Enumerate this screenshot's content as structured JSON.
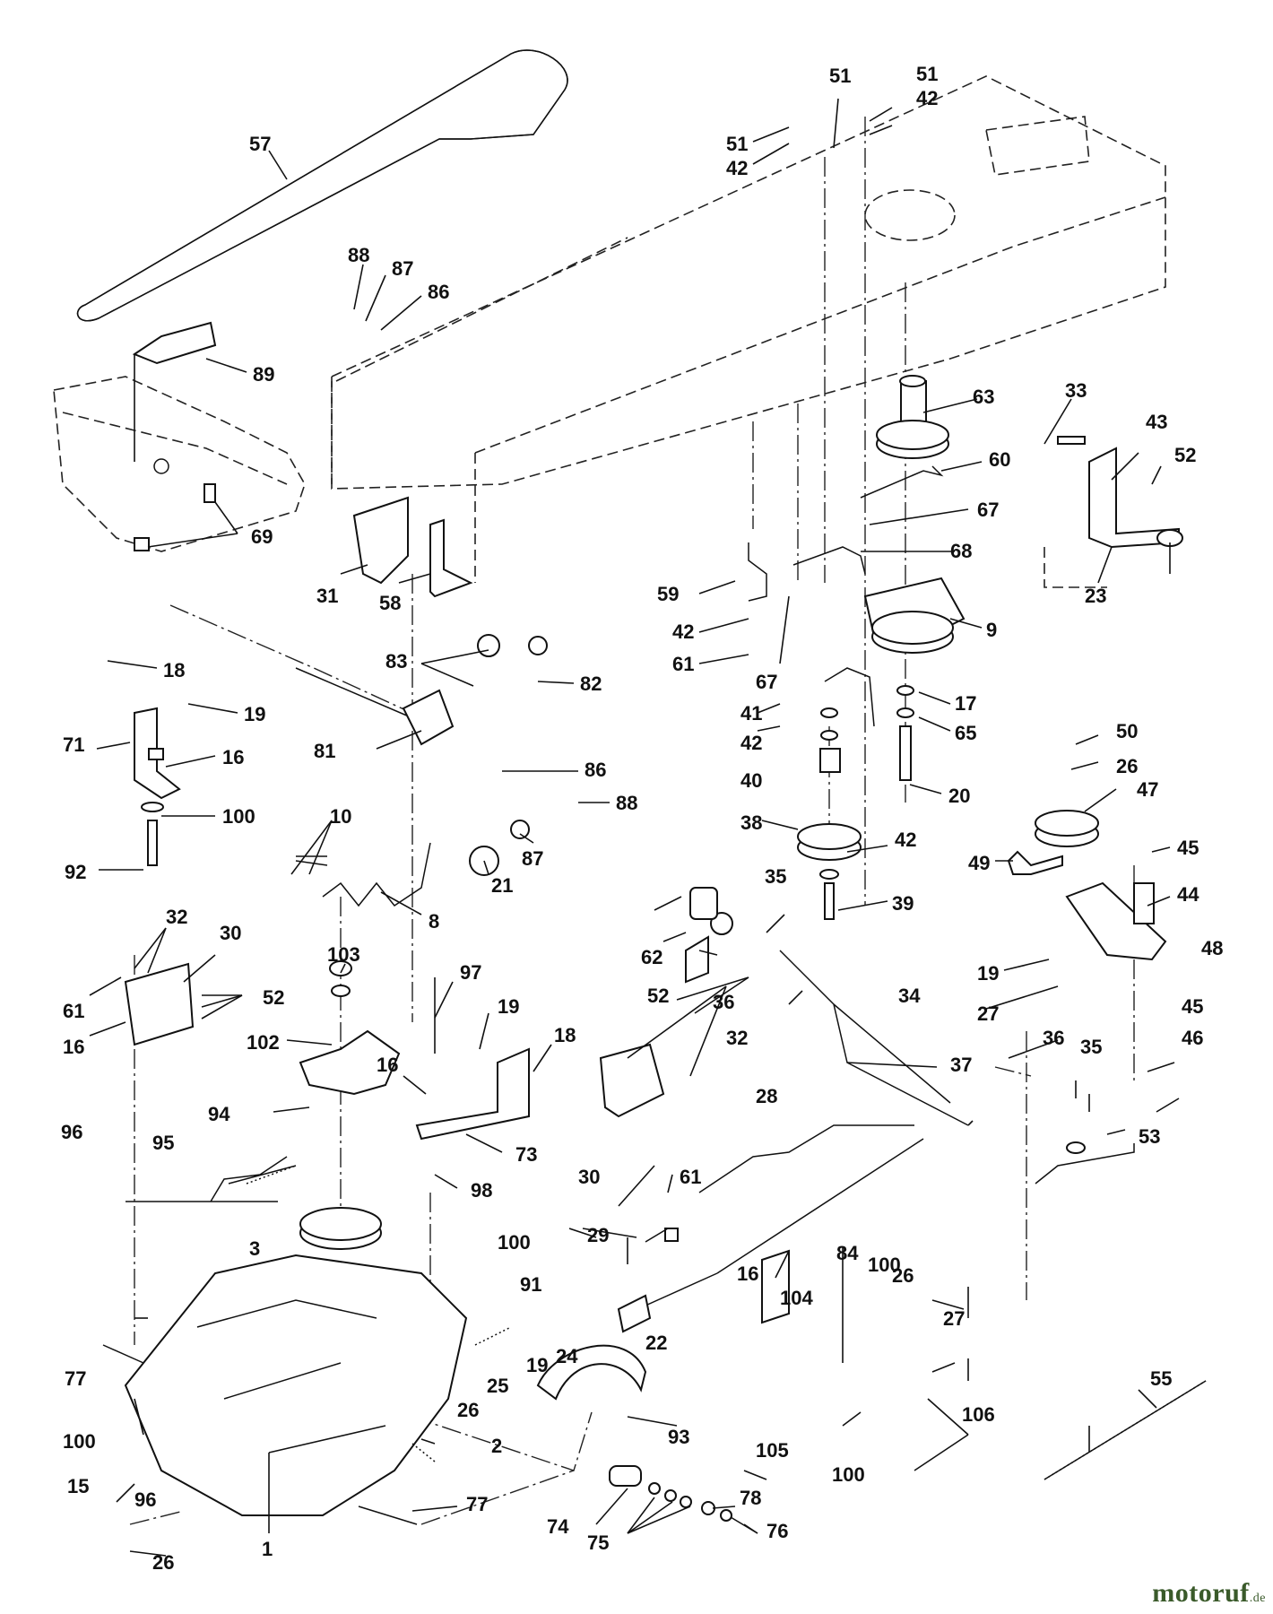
{
  "watermark": {
    "brand": "motoruf",
    "tld": ".de"
  },
  "callouts": [
    {
      "id": "c57a",
      "text": "57"
    },
    {
      "id": "c89",
      "text": "89"
    },
    {
      "id": "c88a",
      "text": "88"
    },
    {
      "id": "c87a",
      "text": "87"
    },
    {
      "id": "c86a",
      "text": "86"
    },
    {
      "id": "c69",
      "text": "69"
    },
    {
      "id": "c31",
      "text": "31"
    },
    {
      "id": "c58",
      "text": "58"
    },
    {
      "id": "c51a",
      "text": "51"
    },
    {
      "id": "c42a",
      "text": "42"
    },
    {
      "id": "c51b",
      "text": "51"
    },
    {
      "id": "c51c",
      "text": "51"
    },
    {
      "id": "c42b",
      "text": "42"
    },
    {
      "id": "c63",
      "text": "63"
    },
    {
      "id": "c60",
      "text": "60"
    },
    {
      "id": "c67a",
      "text": "67"
    },
    {
      "id": "c68",
      "text": "68"
    },
    {
      "id": "c9",
      "text": "9"
    },
    {
      "id": "c59",
      "text": "59"
    },
    {
      "id": "c42c",
      "text": "42"
    },
    {
      "id": "c61a",
      "text": "61"
    },
    {
      "id": "c67b",
      "text": "67"
    },
    {
      "id": "c33",
      "text": "33"
    },
    {
      "id": "c43",
      "text": "43"
    },
    {
      "id": "c52a",
      "text": "52"
    },
    {
      "id": "c23",
      "text": "23"
    },
    {
      "id": "c18a",
      "text": "18"
    },
    {
      "id": "c19a",
      "text": "19"
    },
    {
      "id": "c71",
      "text": "71"
    },
    {
      "id": "c16a",
      "text": "16"
    },
    {
      "id": "c100a",
      "text": "100"
    },
    {
      "id": "c92",
      "text": "92"
    },
    {
      "id": "c83",
      "text": "83"
    },
    {
      "id": "c82",
      "text": "82"
    },
    {
      "id": "c81",
      "text": "81"
    },
    {
      "id": "c86b",
      "text": "86"
    },
    {
      "id": "c88b",
      "text": "88"
    },
    {
      "id": "c87b",
      "text": "87"
    },
    {
      "id": "c10",
      "text": "10"
    },
    {
      "id": "c21",
      "text": "21"
    },
    {
      "id": "c8",
      "text": "8"
    },
    {
      "id": "c41",
      "text": "41"
    },
    {
      "id": "c17",
      "text": "17"
    },
    {
      "id": "c42d",
      "text": "42"
    },
    {
      "id": "c65",
      "text": "65"
    },
    {
      "id": "c40",
      "text": "40"
    },
    {
      "id": "c20",
      "text": "20"
    },
    {
      "id": "c38",
      "text": "38"
    },
    {
      "id": "c42e",
      "text": "42"
    },
    {
      "id": "c39",
      "text": "39"
    },
    {
      "id": "c50",
      "text": "50"
    },
    {
      "id": "c26a",
      "text": "26"
    },
    {
      "id": "c47",
      "text": "47"
    },
    {
      "id": "c49",
      "text": "49"
    },
    {
      "id": "c45a",
      "text": "45"
    },
    {
      "id": "c44",
      "text": "44"
    },
    {
      "id": "c48",
      "text": "48"
    },
    {
      "id": "c19b",
      "text": "19"
    },
    {
      "id": "c27a",
      "text": "27"
    },
    {
      "id": "c45b",
      "text": "45"
    },
    {
      "id": "c46",
      "text": "46"
    },
    {
      "id": "c32a",
      "text": "32"
    },
    {
      "id": "c30a",
      "text": "30"
    },
    {
      "id": "c61b",
      "text": "61"
    },
    {
      "id": "c52b",
      "text": "52"
    },
    {
      "id": "c16b",
      "text": "16"
    },
    {
      "id": "c103",
      "text": "103"
    },
    {
      "id": "c102",
      "text": "102"
    },
    {
      "id": "c94",
      "text": "94"
    },
    {
      "id": "c97",
      "text": "97"
    },
    {
      "id": "c19c",
      "text": "19"
    },
    {
      "id": "c18b",
      "text": "18"
    },
    {
      "id": "c16c",
      "text": "16"
    },
    {
      "id": "c73",
      "text": "73"
    },
    {
      "id": "c98",
      "text": "98"
    },
    {
      "id": "c35a",
      "text": "35"
    },
    {
      "id": "c62",
      "text": "62"
    },
    {
      "id": "c36a",
      "text": "36"
    },
    {
      "id": "c34",
      "text": "34"
    },
    {
      "id": "c52c",
      "text": "52"
    },
    {
      "id": "c32b",
      "text": "32"
    },
    {
      "id": "c37",
      "text": "37"
    },
    {
      "id": "c36b",
      "text": "36"
    },
    {
      "id": "c35b",
      "text": "35"
    },
    {
      "id": "c30b",
      "text": "30"
    },
    {
      "id": "c61c",
      "text": "61"
    },
    {
      "id": "c28",
      "text": "28"
    },
    {
      "id": "c53",
      "text": "53"
    },
    {
      "id": "c96a",
      "text": "96"
    },
    {
      "id": "c95",
      "text": "95"
    },
    {
      "id": "c3",
      "text": "3"
    },
    {
      "id": "c100b",
      "text": "100"
    },
    {
      "id": "c91",
      "text": "91"
    },
    {
      "id": "c29",
      "text": "29"
    },
    {
      "id": "c26b",
      "text": "26"
    },
    {
      "id": "c27b",
      "text": "27"
    },
    {
      "id": "c77a",
      "text": "77"
    },
    {
      "id": "c25",
      "text": "25"
    },
    {
      "id": "c19d",
      "text": "19"
    },
    {
      "id": "c24",
      "text": "24"
    },
    {
      "id": "c22",
      "text": "22"
    },
    {
      "id": "c16d",
      "text": "16"
    },
    {
      "id": "c104",
      "text": "104"
    },
    {
      "id": "c84",
      "text": "84"
    },
    {
      "id": "c100c",
      "text": "100"
    },
    {
      "id": "c26c",
      "text": "26"
    },
    {
      "id": "c100d",
      "text": "100"
    },
    {
      "id": "c2",
      "text": "2"
    },
    {
      "id": "c93",
      "text": "93"
    },
    {
      "id": "c105",
      "text": "105"
    },
    {
      "id": "c100e",
      "text": "100"
    },
    {
      "id": "c106",
      "text": "106"
    },
    {
      "id": "c55",
      "text": "55"
    },
    {
      "id": "c15",
      "text": "15"
    },
    {
      "id": "c96b",
      "text": "96"
    },
    {
      "id": "c77b",
      "text": "77"
    },
    {
      "id": "c26d",
      "text": "26"
    },
    {
      "id": "c1",
      "text": "1"
    },
    {
      "id": "c74",
      "text": "74"
    },
    {
      "id": "c75",
      "text": "75"
    },
    {
      "id": "c78",
      "text": "78"
    },
    {
      "id": "c76",
      "text": "76"
    }
  ]
}
